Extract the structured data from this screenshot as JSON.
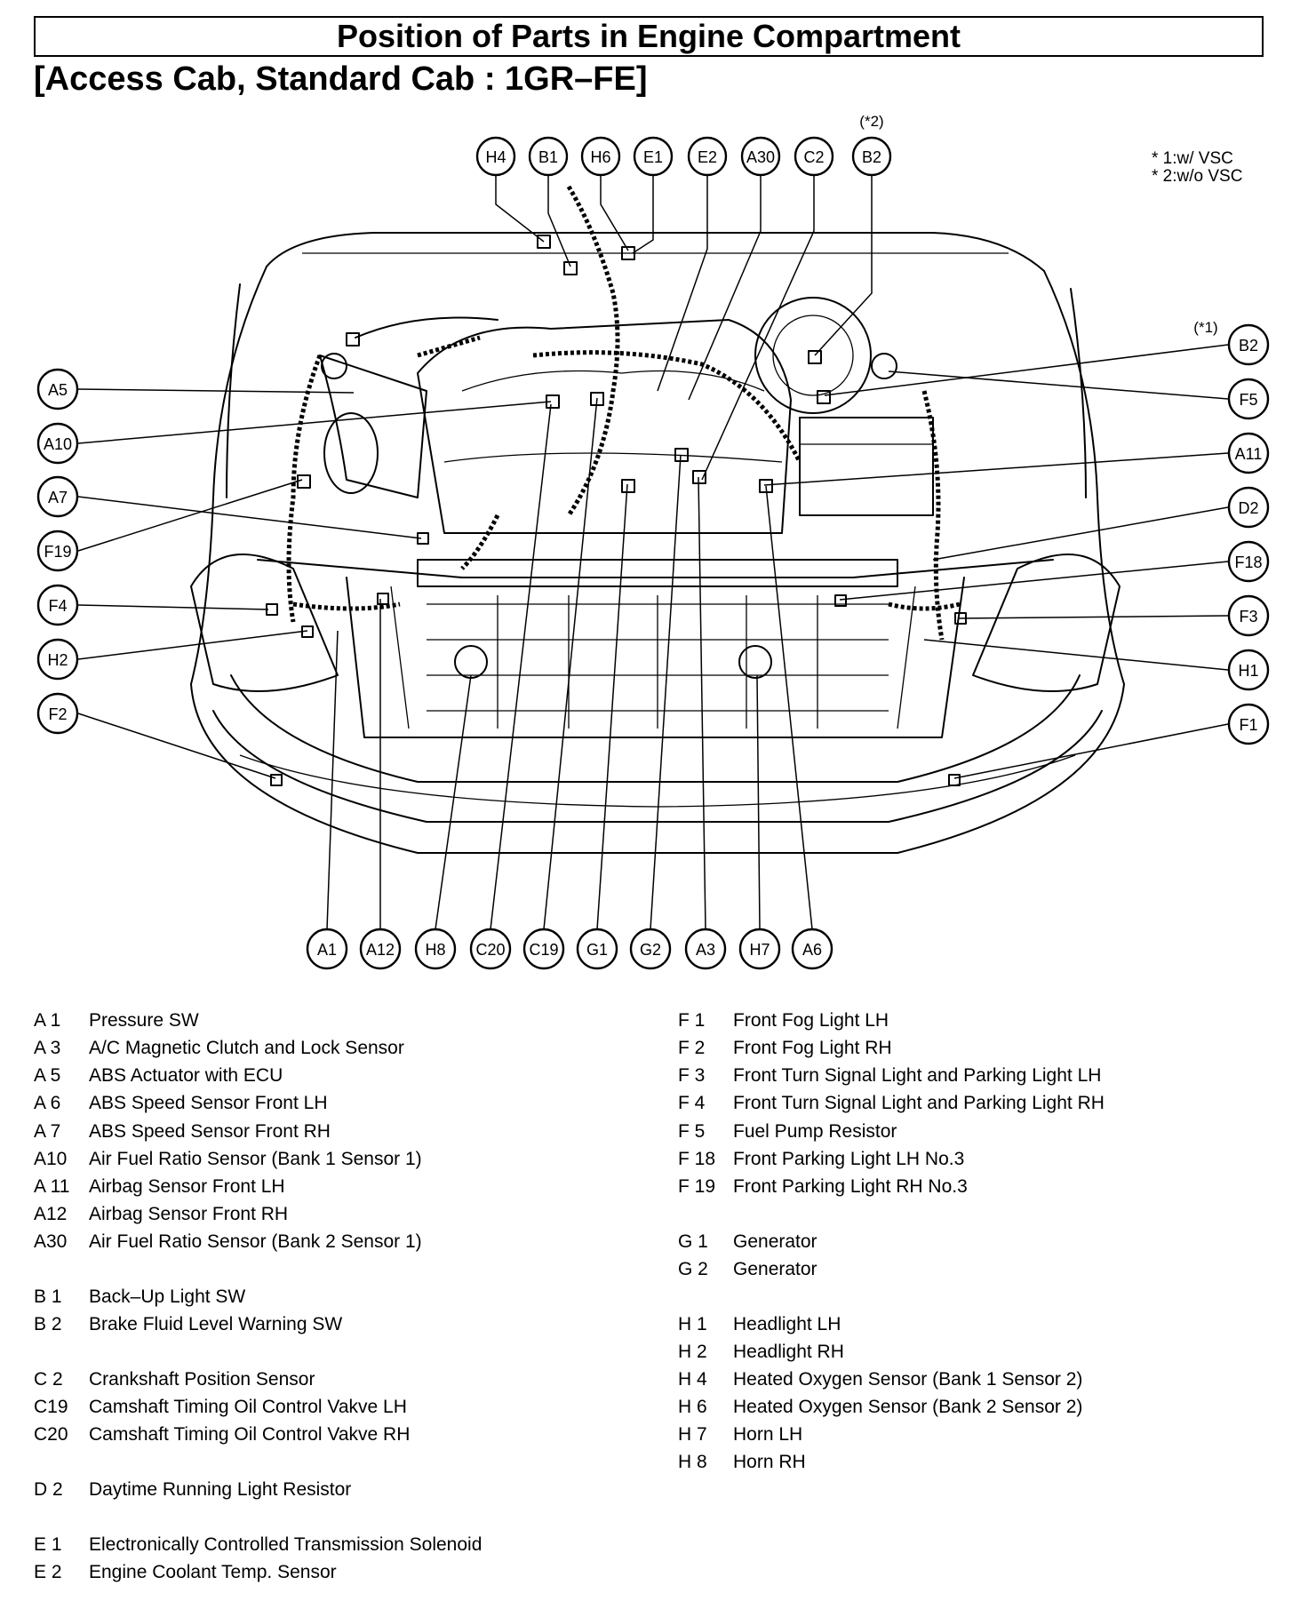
{
  "title": "Position of Parts in Engine Compartment",
  "subtitle": "[Access Cab, Standard Cab : 1GR–FE]",
  "notes": [
    "* 1:w/ VSC",
    "* 2:w/o VSC"
  ],
  "callout_tags": {
    "star2": "(*2)",
    "star1": "(*1)"
  },
  "callouts": {
    "top": [
      "H4",
      "B1",
      "H6",
      "E1",
      "E2",
      "A30",
      "C2",
      "B2"
    ],
    "left": [
      "A5",
      "A10",
      "A7",
      "F19",
      "F4",
      "H2",
      "F2"
    ],
    "right": [
      "B2",
      "F5",
      "A11",
      "D2",
      "F18",
      "F3",
      "H1",
      "F1"
    ],
    "bottom": [
      "A1",
      "A12",
      "H8",
      "C20",
      "C19",
      "G1",
      "G2",
      "A3",
      "H7",
      "A6"
    ]
  },
  "legend_left": [
    {
      "code": "A  1",
      "label": "Pressure SW"
    },
    {
      "code": "A  3",
      "label": "A/C Magnetic Clutch and Lock Sensor"
    },
    {
      "code": "A  5",
      "label": "ABS Actuator with ECU"
    },
    {
      "code": "A  6",
      "label": "ABS Speed Sensor Front LH"
    },
    {
      "code": "A  7",
      "label": "ABS Speed Sensor Front RH"
    },
    {
      "code": "A10",
      "label": "Air Fuel Ratio Sensor (Bank 1 Sensor 1)"
    },
    {
      "code": "A 11",
      "label": "Airbag Sensor Front LH"
    },
    {
      "code": "A12",
      "label": "Airbag Sensor Front RH"
    },
    {
      "code": "A30",
      "label": "Air Fuel Ratio Sensor (Bank 2 Sensor 1)"
    },
    {
      "code": "B  1",
      "label": "Back–Up Light SW"
    },
    {
      "code": "B  2",
      "label": "Brake Fluid Level Warning SW"
    },
    {
      "code": "C  2",
      "label": "Crankshaft Position Sensor"
    },
    {
      "code": "C19",
      "label": "Camshaft Timing Oil Control Vakve LH"
    },
    {
      "code": "C20",
      "label": "Camshaft Timing Oil Control Vakve RH"
    },
    {
      "code": "D  2",
      "label": "Daytime Running Light Resistor"
    },
    {
      "code": "E  1",
      "label": "Electronically Controlled Transmission Solenoid"
    },
    {
      "code": "E  2",
      "label": "Engine Coolant Temp. Sensor"
    }
  ],
  "legend_right": [
    {
      "code": "F  1",
      "label": "Front Fog Light LH"
    },
    {
      "code": "F  2",
      "label": "Front Fog Light RH"
    },
    {
      "code": "F  3",
      "label": "Front Turn Signal Light and Parking Light LH"
    },
    {
      "code": "F  4",
      "label": "Front Turn Signal Light and Parking Light RH"
    },
    {
      "code": "F  5",
      "label": "Fuel Pump Resistor"
    },
    {
      "code": "F 18",
      "label": "Front Parking Light LH No.3"
    },
    {
      "code": "F 19",
      "label": "Front Parking Light RH No.3"
    },
    {
      "code": "G  1",
      "label": "Generator"
    },
    {
      "code": "G  2",
      "label": "Generator"
    },
    {
      "code": "H  1",
      "label": "Headlight LH"
    },
    {
      "code": "H  2",
      "label": "Headlight RH"
    },
    {
      "code": "H  4",
      "label": "Heated Oxygen Sensor (Bank 1 Sensor 2)"
    },
    {
      "code": "H  6",
      "label": "Heated Oxygen Sensor (Bank 2 Sensor 2)"
    },
    {
      "code": "H  7",
      "label": "Horn LH"
    },
    {
      "code": "H  8",
      "label": "Horn RH"
    }
  ]
}
